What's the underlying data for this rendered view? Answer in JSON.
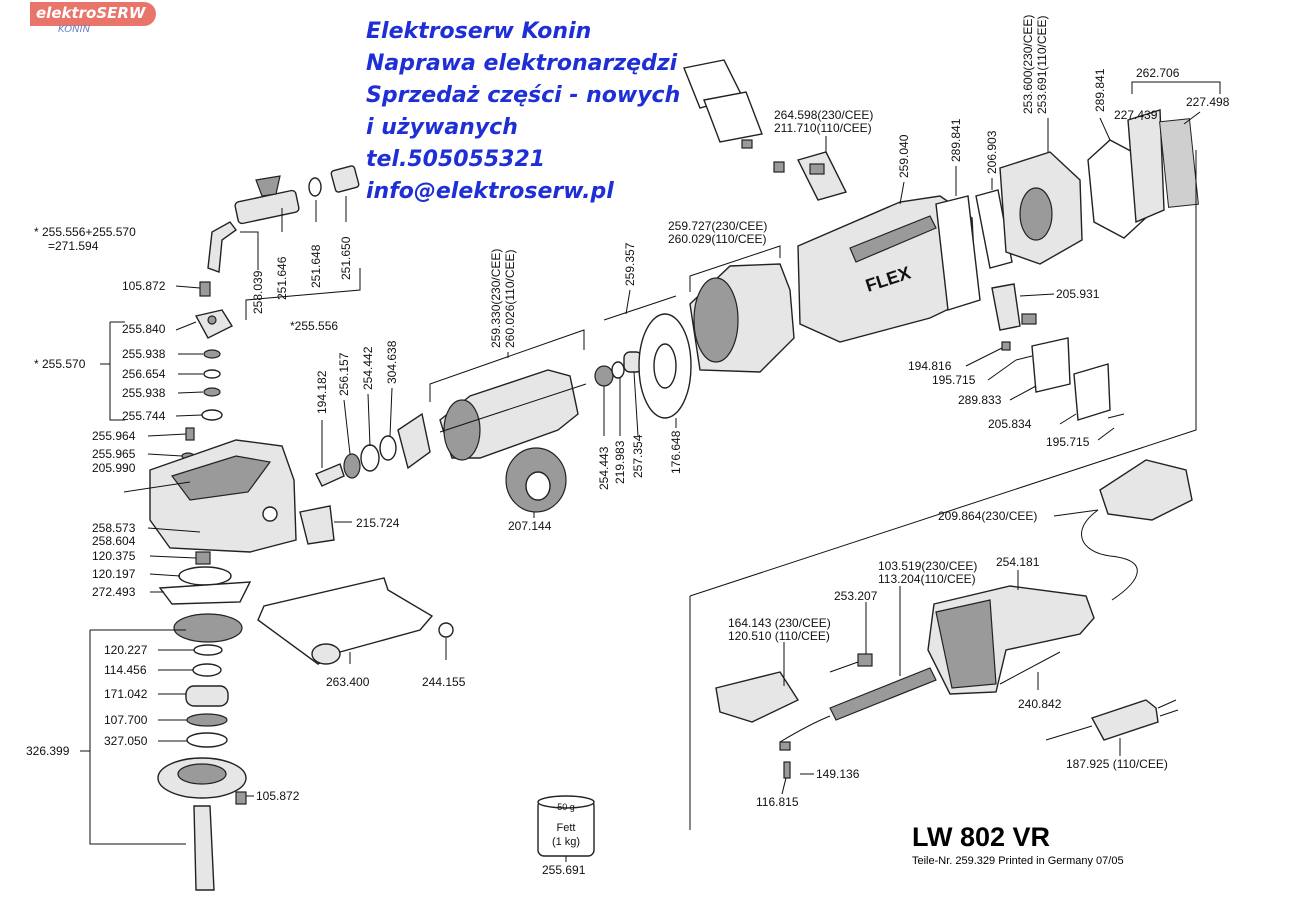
{
  "logo": {
    "text": "elektroSERW",
    "subtext": "KONIN"
  },
  "advert": [
    "Elektroserw Konin",
    "Naprawa elektronarzędzi",
    "Sprzedaż części - nowych",
    "i używanych",
    "tel.505055321",
    "info@elektroserw.pl"
  ],
  "model": "LW 802 VR",
  "printed": "Teile-Nr. 259.329 Printed in Germany 07/05",
  "parts": {
    "p_255556_formula": "* 255.556+255.570",
    "p_271594": "=271.594",
    "p_105872_top": "105.872",
    "p_258039": "258.039",
    "p_251646": "251.646",
    "p_251648": "251.648",
    "p_251650": "251.650",
    "p_255556": "*255.556",
    "p_255840": "255.840",
    "p_255570": "* 255.570",
    "p_255938_a": "255.938",
    "p_256654": "256.654",
    "p_255938_b": "255.938",
    "p_255744": "255.744",
    "p_255964": "255.964",
    "p_255965": "255.965",
    "p_205990": "205.990",
    "p_258573": "258.573",
    "p_258604": "258.604",
    "p_120375": "120.375",
    "p_120197": "120.197",
    "p_272493": "272.493",
    "p_120227": "120.227",
    "p_114456": "114.456",
    "p_171042": "171.042",
    "p_107700": "107.700",
    "p_327050": "327.050",
    "p_326399": "326.399",
    "p_105872_bottom": "105.872",
    "p_194182": "194.182",
    "p_256157": "256.157",
    "p_254442": "254.442",
    "p_304638": "304.638",
    "p_215724": "215.724",
    "p_263400": "263.400",
    "p_244155": "244.155",
    "p_259330": "259.330(230/CEE)",
    "p_260026": "260.026(110/CEE)",
    "p_207144": "207.144",
    "p_259357": "259.357",
    "p_254443": "254.443",
    "p_219983": "219.983",
    "p_257354": "257.354",
    "p_176648": "176.648",
    "p_259727": "259.727(230/CEE)",
    "p_260029": "260.029(110/CEE)",
    "p_264598": "264.598(230/CEE)",
    "p_211710": "211.710(110/CEE)",
    "p_259040": "259.040",
    "p_289841_a": "289.841",
    "p_206903": "206.903",
    "p_253600": "253.600(230/CEE)",
    "p_253691": "253.691(110/CEE)",
    "p_289841_b": "289.841",
    "p_262706": "262.706",
    "p_227439": "227.439",
    "p_227498": "227.498",
    "p_205931": "205.931",
    "p_194816": "194.816",
    "p_195715_a": "195.715",
    "p_289833": "289.833",
    "p_205834": "205.834",
    "p_195715_b": "195.715",
    "p_209864": "209.864(230/CEE)",
    "p_103519": "103.519(230/CEE)",
    "p_113204": "113.204(110/CEE)",
    "p_254181": "254.181",
    "p_253207": "253.207",
    "p_164143": "164.143 (230/CEE)",
    "p_120510": "120.510 (110/CEE)",
    "p_240842": "240.842",
    "p_187925": "187.925 (110/CEE)",
    "p_149136": "149.136",
    "p_116815": "116.815",
    "p_255691": "255.691",
    "fett_50g": "50 g",
    "fett_word": "Fett",
    "fett_1kg": "(1 kg)",
    "flex_brand": "FLEX"
  }
}
